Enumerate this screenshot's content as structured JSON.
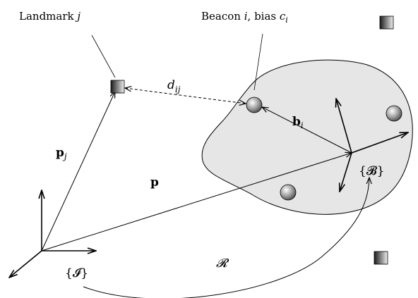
{
  "labels": {
    "landmark_text": "Landmark",
    "landmark_index": "j",
    "beacon_text": "Beacon",
    "beacon_index": "i",
    "bias_text": ", bias",
    "bias_symbol": "c",
    "bias_sub": "i",
    "distance_symbol": "d",
    "distance_sub": "ij",
    "pj_symbol": "p",
    "pj_sub": "j",
    "p_symbol": "p",
    "bi_symbol": "b",
    "bi_sub": "i",
    "body_frame": "{𝓑}",
    "inertial_frame": "{𝓘}",
    "rotation": "𝓡"
  },
  "colors": {
    "body_fill": "#e6e6e6",
    "stroke": "#000000",
    "landmark_dark": "#1a1a1a",
    "landmark_light": "#f0f0f0",
    "beacon_dark": "#4a4a4a",
    "beacon_light": "#ffffff"
  }
}
